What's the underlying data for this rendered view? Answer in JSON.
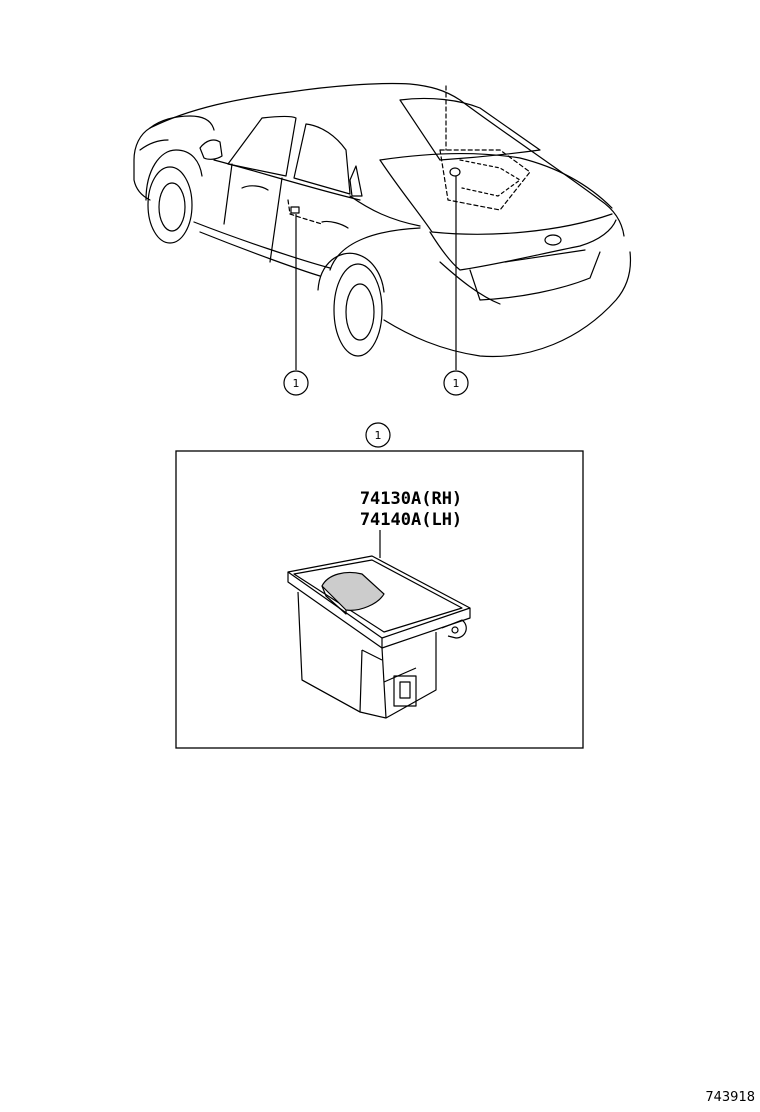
{
  "callouts": {
    "left_marker": "1",
    "right_marker": "1",
    "detail_marker": "1"
  },
  "detail": {
    "part_numbers": [
      "74130A(RH)",
      "74140A(LH)"
    ]
  },
  "illustration_number": "743918",
  "icons": {
    "vehicle": "sedan-rear-three-quarter-line-drawing",
    "part": "switch-assembly-line-drawing"
  }
}
